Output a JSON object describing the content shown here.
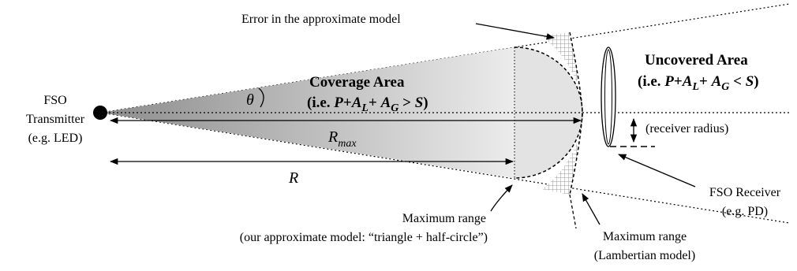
{
  "labels": {
    "error_label": "Error in the approximate model",
    "transmitter": [
      "FSO",
      "Transmitter",
      "(e.g. LED)"
    ],
    "coverage": {
      "title": "Coverage Area",
      "cond_prefix": "(i.e. ",
      "P": "P",
      "plus": "+",
      "A": "A",
      "L": "L",
      "G": "G",
      "gt": " > ",
      "lt": " < ",
      "S": "S",
      "close": ")"
    },
    "uncovered_title": "Uncovered Area",
    "theta": "θ",
    "R": "R",
    "Rmax_base": "R",
    "Rmax_sub": "max",
    "receiver_radius": "(receiver radius)",
    "receiver": [
      "FSO Receiver",
      "(e.g. PD)"
    ],
    "max_range_approx": [
      "Maximum range",
      "(our approximate model: “triangle + half-circle”)"
    ],
    "max_range_lambertian": [
      "Maximum range",
      "(Lambertian model)"
    ]
  },
  "colors": {
    "cone_dark": "#8c8c8c",
    "cone_light": "#ececec",
    "halfcircle": "#e3e3e3",
    "hatch": "#9a9a9a",
    "ink": "#000000"
  }
}
